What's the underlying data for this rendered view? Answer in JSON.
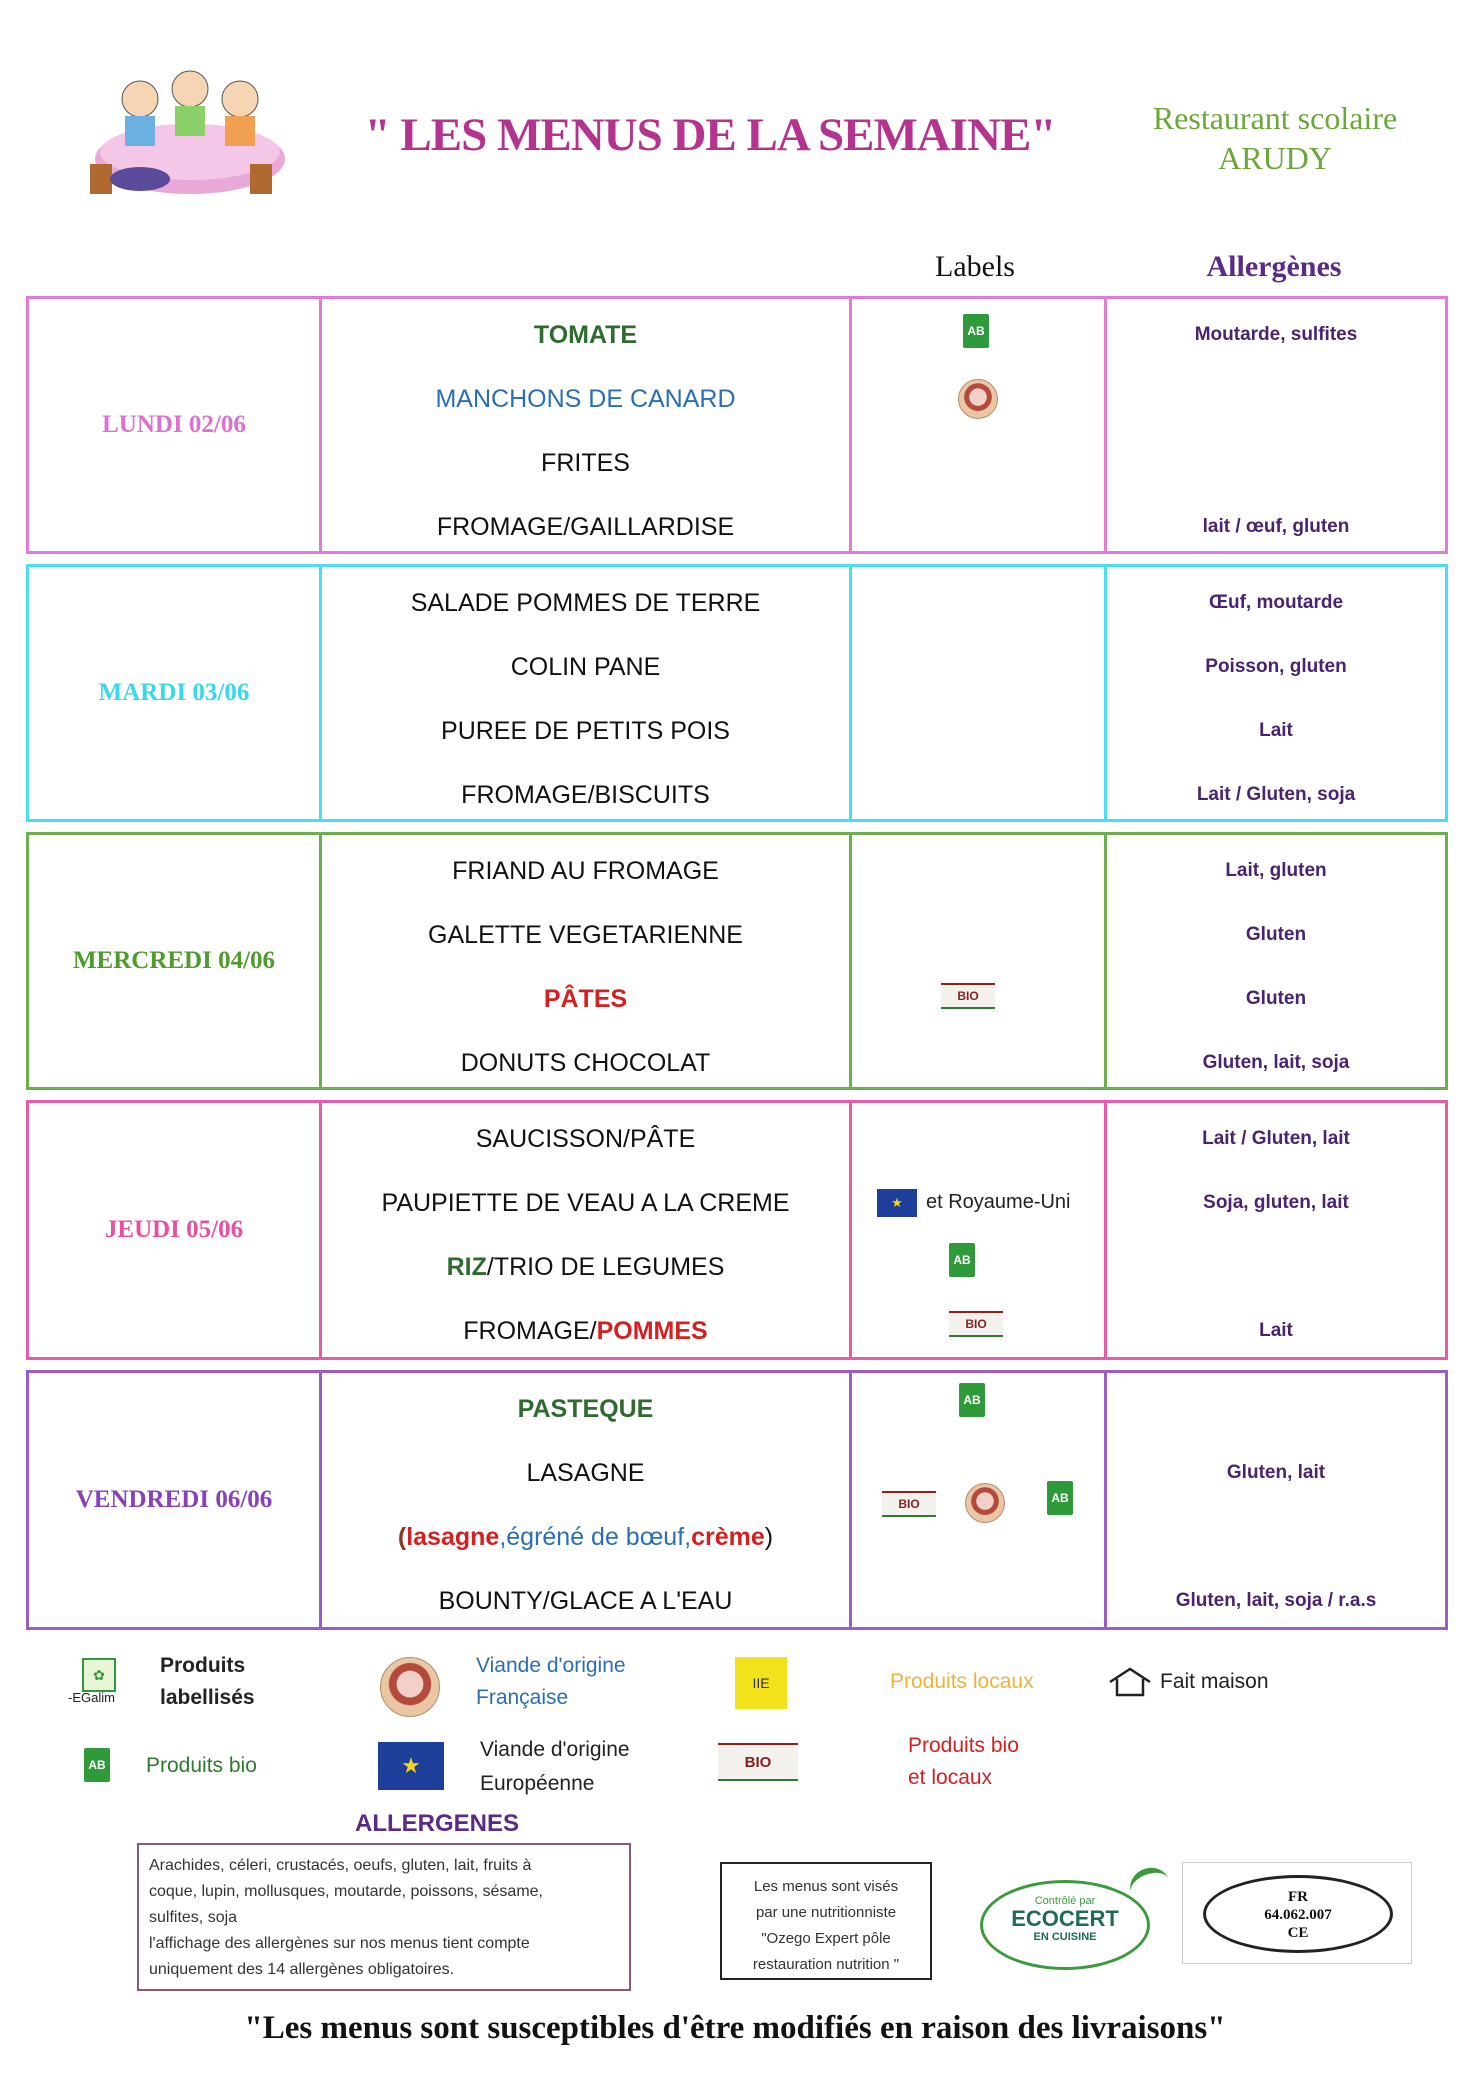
{
  "header": {
    "title": "\" LES MENUS DE LA SEMAINE\"",
    "restaurant_line1": "Restaurant scolaire",
    "restaurant_line2": "ARUDY"
  },
  "columns": {
    "labels": "Labels",
    "allergens": "Allergènes"
  },
  "days": [
    {
      "name": "LUNDI 02/06",
      "dishes": [
        [
          {
            "t": "TOMATE",
            "c": "green"
          }
        ],
        [
          {
            "t": "MANCHONS DE CANARD",
            "c": "blue"
          }
        ],
        [
          {
            "t": "FRITES",
            "c": ""
          }
        ],
        [
          {
            "t": "FROMAGE/GAILLARDISE",
            "c": ""
          }
        ]
      ],
      "allergens": [
        "Moutarde, sulfites",
        "",
        "",
        "lait / œuf, gluten"
      ]
    },
    {
      "name": "MARDI 03/06",
      "dishes": [
        [
          {
            "t": "SALADE POMMES DE TERRE",
            "c": ""
          }
        ],
        [
          {
            "t": "COLIN PANE",
            "c": ""
          }
        ],
        [
          {
            "t": "PUREE DE PETITS POIS",
            "c": ""
          }
        ],
        [
          {
            "t": "FROMAGE/BISCUITS",
            "c": ""
          }
        ]
      ],
      "allergens": [
        "Œuf, moutarde",
        "Poisson, gluten",
        "Lait",
        "Lait / Gluten, soja"
      ]
    },
    {
      "name": "MERCREDI 04/06",
      "dishes": [
        [
          {
            "t": "FRIAND AU FROMAGE",
            "c": ""
          }
        ],
        [
          {
            "t": "GALETTE VEGETARIENNE",
            "c": ""
          }
        ],
        [
          {
            "t": "PÂTES",
            "c": "red"
          }
        ],
        [
          {
            "t": "DONUTS CHOCOLAT",
            "c": ""
          }
        ]
      ],
      "allergens": [
        "Lait, gluten",
        "Gluten",
        "Gluten",
        "Gluten, lait, soja"
      ]
    },
    {
      "name": "JEUDI 05/06",
      "dishes": [
        [
          {
            "t": "SAUCISSON/PÂTE",
            "c": ""
          }
        ],
        [
          {
            "t": "PAUPIETTE DE VEAU A LA CREME",
            "c": ""
          }
        ],
        [
          {
            "t": "RIZ",
            "c": "green"
          },
          {
            "t": "/TRIO DE LEGUMES",
            "c": ""
          }
        ],
        [
          {
            "t": "FROMAGE/",
            "c": ""
          },
          {
            "t": "POMMES",
            "c": "red"
          }
        ]
      ],
      "allergens": [
        "Lait / Gluten, lait",
        "Soja, gluten, lait",
        "",
        "Lait"
      ],
      "label_text": "et Royaume-Uni"
    },
    {
      "name": "VENDREDI 06/06",
      "dishes": [
        [
          {
            "t": "PASTEQUE",
            "c": "green"
          }
        ],
        [
          {
            "t": "LASAGNE",
            "c": ""
          }
        ],
        [
          {
            "t": "(",
            "c": "brown"
          },
          {
            "t": "lasagne",
            "c": "red"
          },
          {
            "t": ",égréné de bœuf,",
            "c": "blue"
          },
          {
            "t": "crème",
            "c": "red"
          },
          {
            "t": ")",
            "c": ""
          }
        ],
        [
          {
            "t": "BOUNTY/GLACE A L'EAU",
            "c": ""
          }
        ]
      ],
      "allergens": [
        "",
        "Gluten, lait",
        "",
        "Gluten, lait, soja / r.a.s"
      ]
    }
  ],
  "legend": {
    "labellises_1": "Produits",
    "labellises_2": "labellisés",
    "egalim": "-EGalim",
    "bio": "Produits bio",
    "viande_fr_1": "Viande d'origine",
    "viande_fr_2": "Française",
    "viande_eu_1": "Viande d'origine",
    "viande_eu_2": "Européenne",
    "locaux": "Produits locaux",
    "bio_locaux_1": "Produits bio",
    "bio_locaux_2": "et locaux",
    "maison": "Fait maison"
  },
  "allergens_info": {
    "title": "ALLERGENES",
    "line1": "Arachides, céleri, crustacés, oeufs, gluten, lait, fruits à",
    "line2": "coque, lupin, mollusques, moutarde, poissons, sésame,",
    "line3": "sulfites, soja",
    "line4": "l'affichage des allergènes sur nos menus tient compte",
    "line5": "uniquement des 14 allergènes obligatoires."
  },
  "validation": {
    "line1": "Les menus sont visés",
    "line2": "par une nutritionniste",
    "line3": "\"Ozego Expert pôle",
    "line4": "restauration nutrition \""
  },
  "ecocert": {
    "small": "Contrôlé par",
    "brand": "ECOCERT",
    "sub": "EN CUISINE"
  },
  "stamp": {
    "line1": "FR",
    "line2": "64.062.007",
    "line3": "CE"
  },
  "footer": "\"Les menus sont susceptibles d'être modifiés en raison des livraisons\"",
  "colors": {
    "title": "#b4338f",
    "restaurant": "#6aa83a",
    "allergen_text": "#4a2470"
  }
}
